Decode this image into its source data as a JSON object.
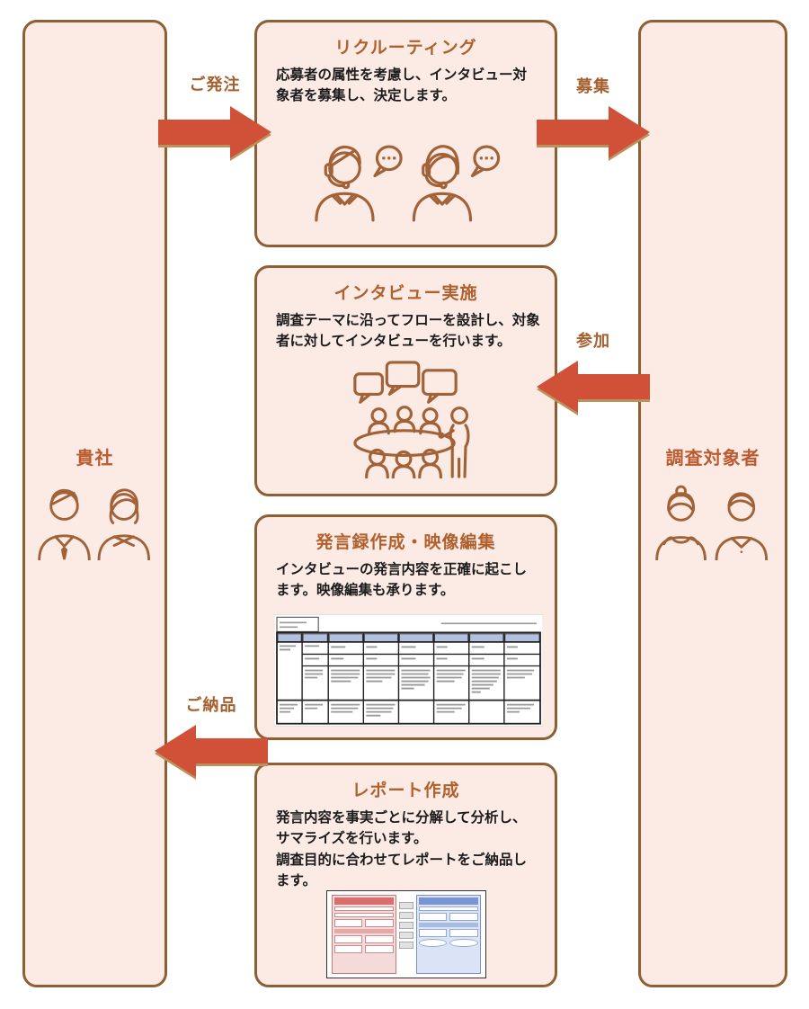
{
  "colors": {
    "panel_bg": "#fceae5",
    "panel_border": "#8d5f33",
    "title": "#b0602c",
    "arrow": "#d05138",
    "arrow_shadow": "#b9935c",
    "label": "#a5602e",
    "column_label": "#bb5a2f",
    "body": "#1b1b1b",
    "icon": "#a26238"
  },
  "columns": {
    "left": {
      "label": "貴社"
    },
    "right": {
      "label": "調査対象者"
    }
  },
  "steps": [
    {
      "title": "リクルーティング",
      "body": "応募者の属性を考慮し、インタビュー対象者を募集し、決定します。"
    },
    {
      "title": "インタビュー実施",
      "body": "調査テーマに沿ってフローを設計し、対象者に対してインタビューを行います。"
    },
    {
      "title": "発言録作成・映像編集",
      "body": "インタビューの発言内容を正確に起こします。映像編集も承ります。"
    },
    {
      "title": "レポート作成",
      "body": "発言内容を事実ごとに分解して分析し、サマライズを行います。\n調査目的に合わせてレポートをご納品します。"
    }
  ],
  "arrows": [
    {
      "label": "ご発注",
      "direction": "right"
    },
    {
      "label": "募集",
      "direction": "right"
    },
    {
      "label": "参加",
      "direction": "left"
    },
    {
      "label": "ご納品",
      "direction": "left"
    }
  ]
}
